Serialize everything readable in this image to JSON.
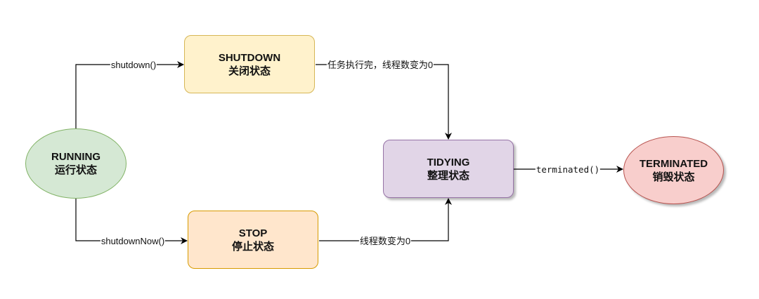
{
  "nodes": {
    "running": {
      "title": "RUNNING",
      "subtitle": "运行状态",
      "fill": "#d5e8d4",
      "stroke": "#82b366"
    },
    "shutdown": {
      "title": "SHUTDOWN",
      "subtitle": "关闭状态",
      "fill": "#fff2cc",
      "stroke": "#d6b656"
    },
    "stop": {
      "title": "STOP",
      "subtitle": "停止状态",
      "fill": "#ffe6cc",
      "stroke": "#d79b00"
    },
    "tidying": {
      "title": "TIDYING",
      "subtitle": "整理状态",
      "fill": "#e1d5e7",
      "stroke": "#9673a6"
    },
    "terminated": {
      "title": "TERMINATED",
      "subtitle": "销毁状态",
      "fill": "#f8cecc",
      "stroke": "#b85450"
    }
  },
  "edges": {
    "running_to_shutdown": "shutdown()",
    "running_to_stop": "shutdownNow()",
    "shutdown_to_tidying": "任务执行完，线程数变为0",
    "stop_to_tidying": "线程数变为0",
    "tidying_to_terminated": "terminated()"
  },
  "colors": {
    "edge": "#000000"
  }
}
